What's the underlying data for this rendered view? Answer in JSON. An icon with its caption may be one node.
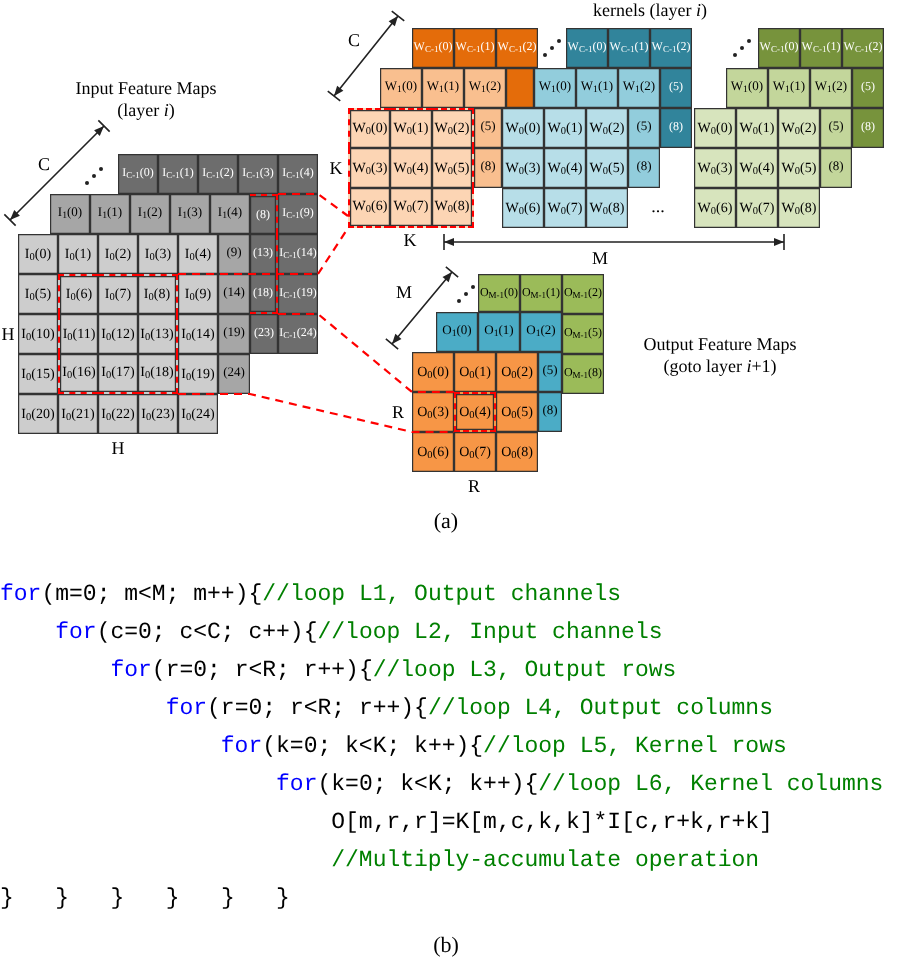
{
  "diagram": {
    "nodes": [
      {
        "text": [
          "I$_{C-1}$(0)"
        ]
      },
      {
        "text": [
          "I$_{C-1}$(1)"
        ]
      },
      {
        "text": [
          "I$_{C-1}$(2)"
        ]
      },
      {
        "text": [
          "I$_{C-1}$(3)"
        ]
      },
      {
        "text": [
          "I$_{C-1}$(4)"
        ]
      },
      {
        "text": [
          "(8)"
        ]
      },
      {
        "text": [
          "I$_{C-1}$(9)"
        ]
      },
      {
        "text": [
          "(13)"
        ]
      },
      {
        "text": [
          "I$_{C-1}$(14)"
        ]
      },
      {
        "text": [
          "(18)"
        ]
      },
      {
        "text": [
          "I$_{C-1}$(19)"
        ]
      },
      {
        "text": [
          "(23)"
        ]
      },
      {
        "text": [
          "I$_{C-1}$(24)"
        ]
      },
      {
        "text": [
          "I$_{1}$(0)"
        ]
      },
      {
        "text": [
          "I$_{1}$(1)"
        ]
      },
      {
        "text": [
          "I$_{1}$(2)"
        ]
      },
      {
        "text": [
          "I$_{1}$(3)"
        ]
      },
      {
        "text": [
          "I$_{1}$(4)"
        ]
      },
      {
        "text": [
          "(9)"
        ]
      },
      {
        "text": [
          "(14)"
        ]
      },
      {
        "text": [
          "(19)"
        ]
      },
      {
        "text": [
          "(24)"
        ]
      },
      {
        "text": [
          "I$_{0}$(0)"
        ]
      },
      {
        "text": [
          "I$_{0}$(1)"
        ]
      },
      {
        "text": [
          "I$_{0}$(2)"
        ]
      },
      {
        "text": [
          "I$_{0}$(3)"
        ]
      },
      {
        "text": [
          "I$_{0}$(4)"
        ]
      },
      {
        "text": [
          "I$_{0}$(5)"
        ]
      },
      {
        "text": [
          "I$_{0}$(6)"
        ]
      },
      {
        "text": [
          "I$_{0}$(7)"
        ]
      },
      {
        "text": [
          "I$_{0}$(8)"
        ]
      },
      {
        "text": [
          "I$_{0}$(9)"
        ]
      },
      {
        "text": [
          "I$_{0}$(10)"
        ]
      },
      {
        "text": [
          "I$_{0}$(11)"
        ]
      },
      {
        "text": [
          "I$_{0}$(12)"
        ]
      },
      {
        "text": [
          "I$_{0}$(13)"
        ]
      },
      {
        "text": [
          "I$_{0}$(14)"
        ]
      },
      {
        "text": [
          "I$_{0}$(15)"
        ]
      },
      {
        "text": [
          "I$_{0}$(16)"
        ]
      },
      {
        "text": [
          "I$_{0}$(17)"
        ]
      },
      {
        "text": [
          "I$_{0}$(18)"
        ]
      },
      {
        "text": [
          "I$_{0}$(19)"
        ]
      },
      {
        "text": [
          "I$_{0}$(20)"
        ]
      },
      {
        "text": [
          "I$_{0}$(21)"
        ]
      },
      {
        "text": [
          "I$_{0}$(22)"
        ]
      },
      {
        "text": [
          "I$_{0}$(23)"
        ]
      },
      {
        "text": [
          "I$_{0}$(24)"
        ]
      },
      {
        "text": [
          "W$_{C-1}$(0)"
        ]
      },
      {
        "text": [
          "W$_{C-1}$(1)"
        ]
      },
      {
        "text": [
          "W$_{C-1}$(2)"
        ]
      },
      {
        "text": [],
        "shape": "box"
      },
      {
        "text": [
          "W$_{1}$(0)"
        ]
      },
      {
        "text": [
          "W$_{1}$(1)"
        ]
      },
      {
        "text": [
          "W$_{1}$(2)"
        ]
      },
      {
        "text": [
          "(5)"
        ]
      },
      {
        "text": [
          "(8)"
        ]
      },
      {
        "text": [
          "W$_{0}$(0)"
        ]
      },
      {
        "text": [
          "W$_{0}$(1)"
        ]
      },
      {
        "text": [
          "W$_{0}$(2)"
        ]
      },
      {
        "text": [
          "W$_{0}$(3)"
        ]
      },
      {
        "text": [
          "W$_{0}$(4)"
        ]
      },
      {
        "text": [
          "W$_{0}$(5)"
        ]
      },
      {
        "text": [
          "W$_{0}$(6)"
        ]
      },
      {
        "text": [
          "W$_{0}$(7)"
        ]
      },
      {
        "text": [
          "W$_{0}$(8)"
        ]
      },
      {
        "text": [
          "W$_{C-1}$(0)"
        ]
      },
      {
        "text": [
          "W$_{C-1}$(1)"
        ]
      },
      {
        "text": [
          "W$_{C-1}$(2)"
        ]
      },
      {
        "text": [
          "(5)"
        ]
      },
      {
        "text": [
          "(8)"
        ]
      },
      {
        "text": [
          "W$_{1}$(0)"
        ]
      },
      {
        "text": [
          "W$_{1}$(1)"
        ]
      },
      {
        "text": [
          "W$_{1}$(2)"
        ]
      },
      {
        "text": [
          "(5)"
        ]
      },
      {
        "text": [
          "(8)"
        ]
      },
      {
        "text": [
          "W$_{0}$(0)"
        ]
      },
      {
        "text": [
          "W$_{0}$(1)"
        ]
      },
      {
        "text": [
          "W$_{0}$(2)"
        ]
      },
      {
        "text": [
          "W$_{0}$(3)"
        ]
      },
      {
        "text": [
          "W$_{0}$(4)"
        ]
      },
      {
        "text": [
          "W$_{0}$(5)"
        ]
      },
      {
        "text": [
          "W$_{0}$(6)"
        ]
      },
      {
        "text": [
          "W$_{0}$(7)"
        ]
      },
      {
        "text": [
          "W$_{0}$(8)"
        ]
      },
      {
        "text": [
          "W$_{C-1}$(0)"
        ]
      },
      {
        "text": [
          "W$_{C-1}$(1)"
        ]
      },
      {
        "text": [
          "W$_{C-1}$(2)"
        ]
      },
      {
        "text": [
          "(5)"
        ]
      },
      {
        "text": [
          "(8)"
        ]
      },
      {
        "text": [
          "W$_{1}$(0)"
        ]
      },
      {
        "text": [
          "W$_{1}$(1)"
        ]
      },
      {
        "text": [
          "W$_{1}$(2)"
        ]
      },
      {
        "text": [
          "(5)"
        ]
      },
      {
        "text": [
          "(8)"
        ]
      },
      {
        "text": [
          "W$_{0}$(0)"
        ]
      },
      {
        "text": [
          "W$_{0}$(1)"
        ]
      },
      {
        "text": [
          "W$_{0}$(2)"
        ]
      },
      {
        "text": [
          "W$_{0}$(3)"
        ]
      },
      {
        "text": [
          "W$_{0}$(4)"
        ]
      },
      {
        "text": [
          "W$_{0}$(5)"
        ]
      },
      {
        "text": [
          "W$_{0}$(6)"
        ]
      },
      {
        "text": [
          "W$_{0}$(7)"
        ]
      },
      {
        "text": [
          "W$_{0}$(8)"
        ]
      },
      {
        "text": [
          "O$_{M-1}$(0)"
        ]
      },
      {
        "text": [
          "O$_{M-1}$(1)"
        ]
      },
      {
        "text": [
          "O$_{M-1}$(2)"
        ]
      },
      {
        "text": [
          "O$_{M-1}$(5)"
        ]
      },
      {
        "text": [
          "O$_{M-1}$(8)"
        ]
      },
      {
        "text": [
          "O$_{1}$(0)"
        ]
      },
      {
        "text": [
          "O$_{1}$(1)"
        ]
      },
      {
        "text": [
          "O$_{1}$(2)"
        ]
      },
      {
        "text": [
          "(5)"
        ]
      },
      {
        "text": [
          "(8)"
        ]
      },
      {
        "text": [
          "O$_{0}$(0)"
        ]
      },
      {
        "text": [
          "O$_{0}$(1)"
        ]
      },
      {
        "text": [
          "O$_{0}$(2)"
        ]
      },
      {
        "text": [
          "O$_{0}$(3)"
        ]
      },
      {
        "text": [
          "O$_{0}$(4)"
        ]
      },
      {
        "text": [
          "O$_{0}$(5)"
        ]
      },
      {
        "text": [
          "O$_{0}$(6)"
        ]
      },
      {
        "text": [
          "O$_{0}$(7)"
        ]
      },
      {
        "text": [
          "O$_{0}$(8)"
        ]
      }
    ],
    "edges": [
      {
        "from": 5,
        "to": 62,
        "arrow": "none",
        "style": "dashed",
        "color": "#ff0000"
      },
      {
        "from": 9,
        "to": 117,
        "arrow": "none",
        "style": "dashed",
        "color": "#ff0000"
      },
      {
        "from": 40,
        "to": 117,
        "arrow": "none",
        "style": "dashed",
        "color": "#ff0000"
      },
      {
        "from": 30,
        "to": 62,
        "arrow": "none",
        "style": "dashed",
        "color": "#ff0000"
      }
    ],
    "labels": [
      "kernels (layer *i*)",
      "Input Feature Maps (layer *i*)",
      "C",
      "C",
      "K",
      "H",
      "K",
      "...",
      "M",
      "M",
      "Output Feature Maps (goto layer *i*+1)",
      "R",
      "H",
      "R",
      "(a)",
      "for",
      "(m=0; m<M; m++){",
      "//loop L1, Output channels",
      "for",
      "(c=0; c<C; c++){",
      "//loop L2, Input channels",
      "for",
      "(r=0; r<R; r++){",
      "//loop L3, Output rows",
      "for",
      "(r=0; r<R; r++){",
      "//loop L4, Output columns",
      "for",
      "(k=0; k<K; k++){",
      "//loop L5, Kernel rows",
      "for",
      "(k=0; k<K; k++){",
      "//loop L6, Kernel columns",
      "O[m,r,r]=K[m,c,k,k]*I[c,r+k,r+k]",
      "//Multiply-accumulate operation",
      "}",
      "}",
      "}",
      "}",
      "}",
      "}",
      "(b)"
    ]
  }
}
